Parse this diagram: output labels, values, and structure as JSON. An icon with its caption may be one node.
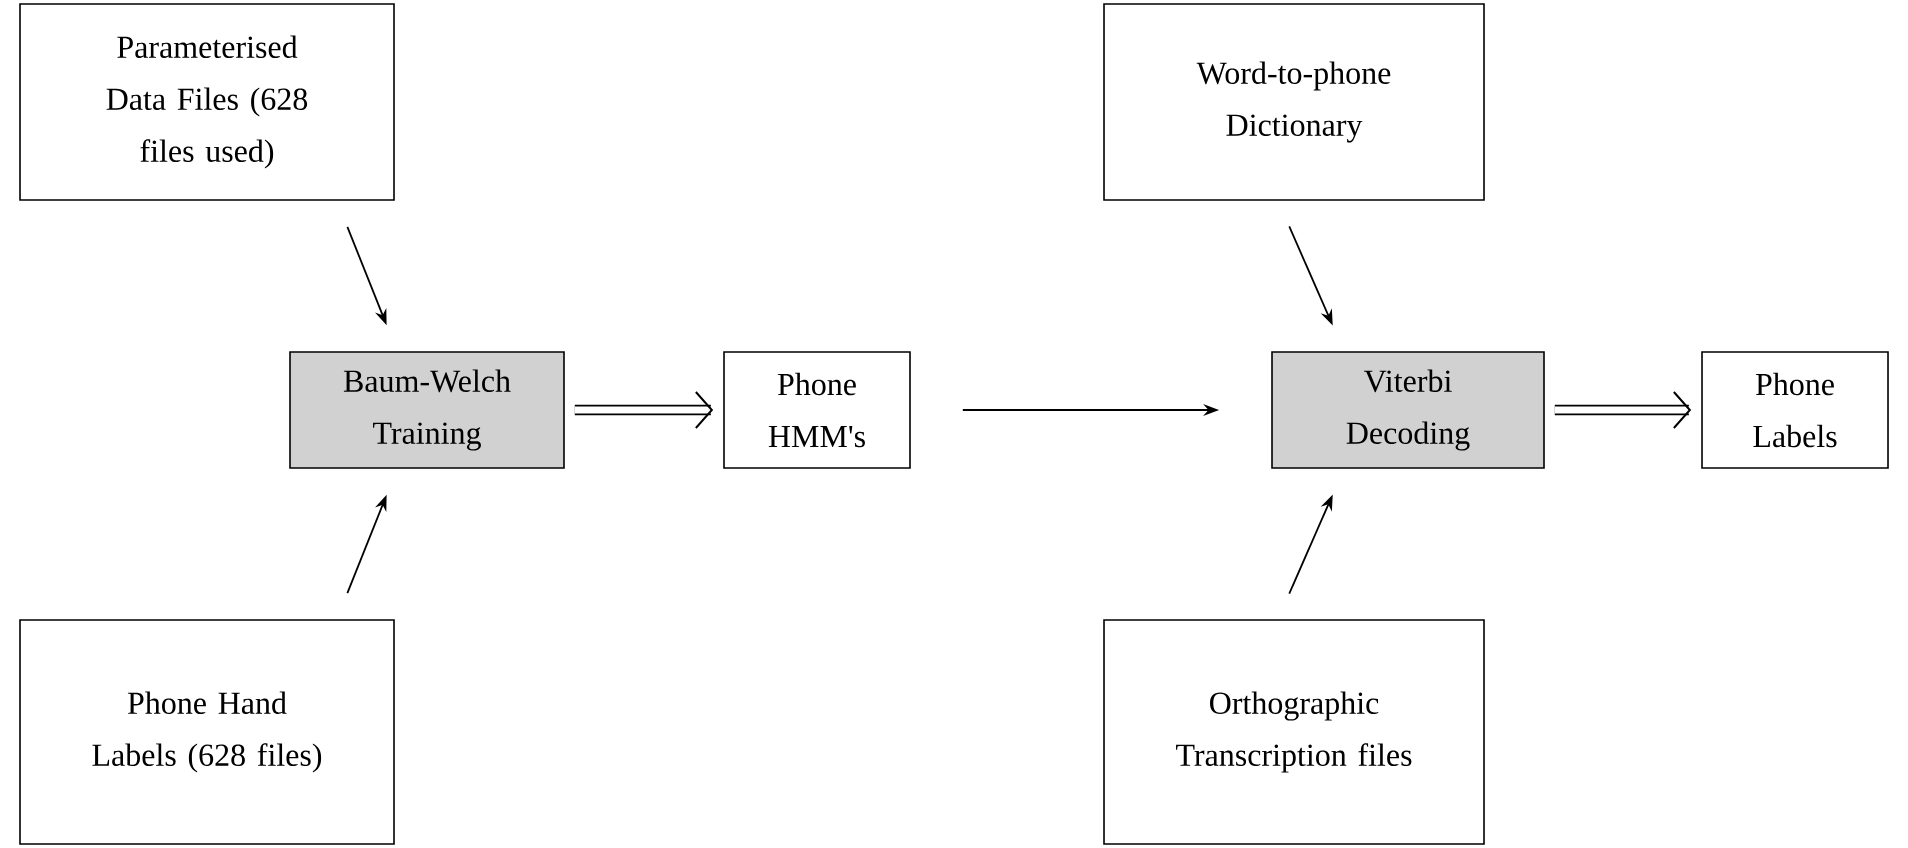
{
  "diagram": {
    "nodes": [
      {
        "text": [
          "Parameterised Data Files (628 files used)"
        ]
      },
      {
        "text": [
          "Baum-Welch Training"
        ]
      },
      {
        "text": [
          "Phone HMM's"
        ]
      },
      {
        "text": [
          "Phone Hand Labels (628 files)"
        ]
      },
      {
        "text": [
          "Word-to-phone Dictionary"
        ]
      },
      {
        "text": [
          "Viterbi Decoding"
        ]
      },
      {
        "text": [
          "Phone Labels"
        ]
      },
      {
        "text": [
          "Orthographic Transcription files"
        ]
      }
    ],
    "edges": [
      {
        "from": 0,
        "to": 1,
        "arrow": "to"
      },
      {
        "from": 3,
        "to": 1,
        "arrow": "to"
      },
      {
        "from": 1,
        "to": 2,
        "arrow": "to",
        "style": "thick"
      },
      {
        "from": 2,
        "to": 5,
        "arrow": "to"
      },
      {
        "from": 4,
        "to": 5,
        "arrow": "to"
      },
      {
        "from": 7,
        "to": 5,
        "arrow": "to"
      },
      {
        "from": 5,
        "to": 6,
        "arrow": "to",
        "style": "thick"
      }
    ]
  }
}
